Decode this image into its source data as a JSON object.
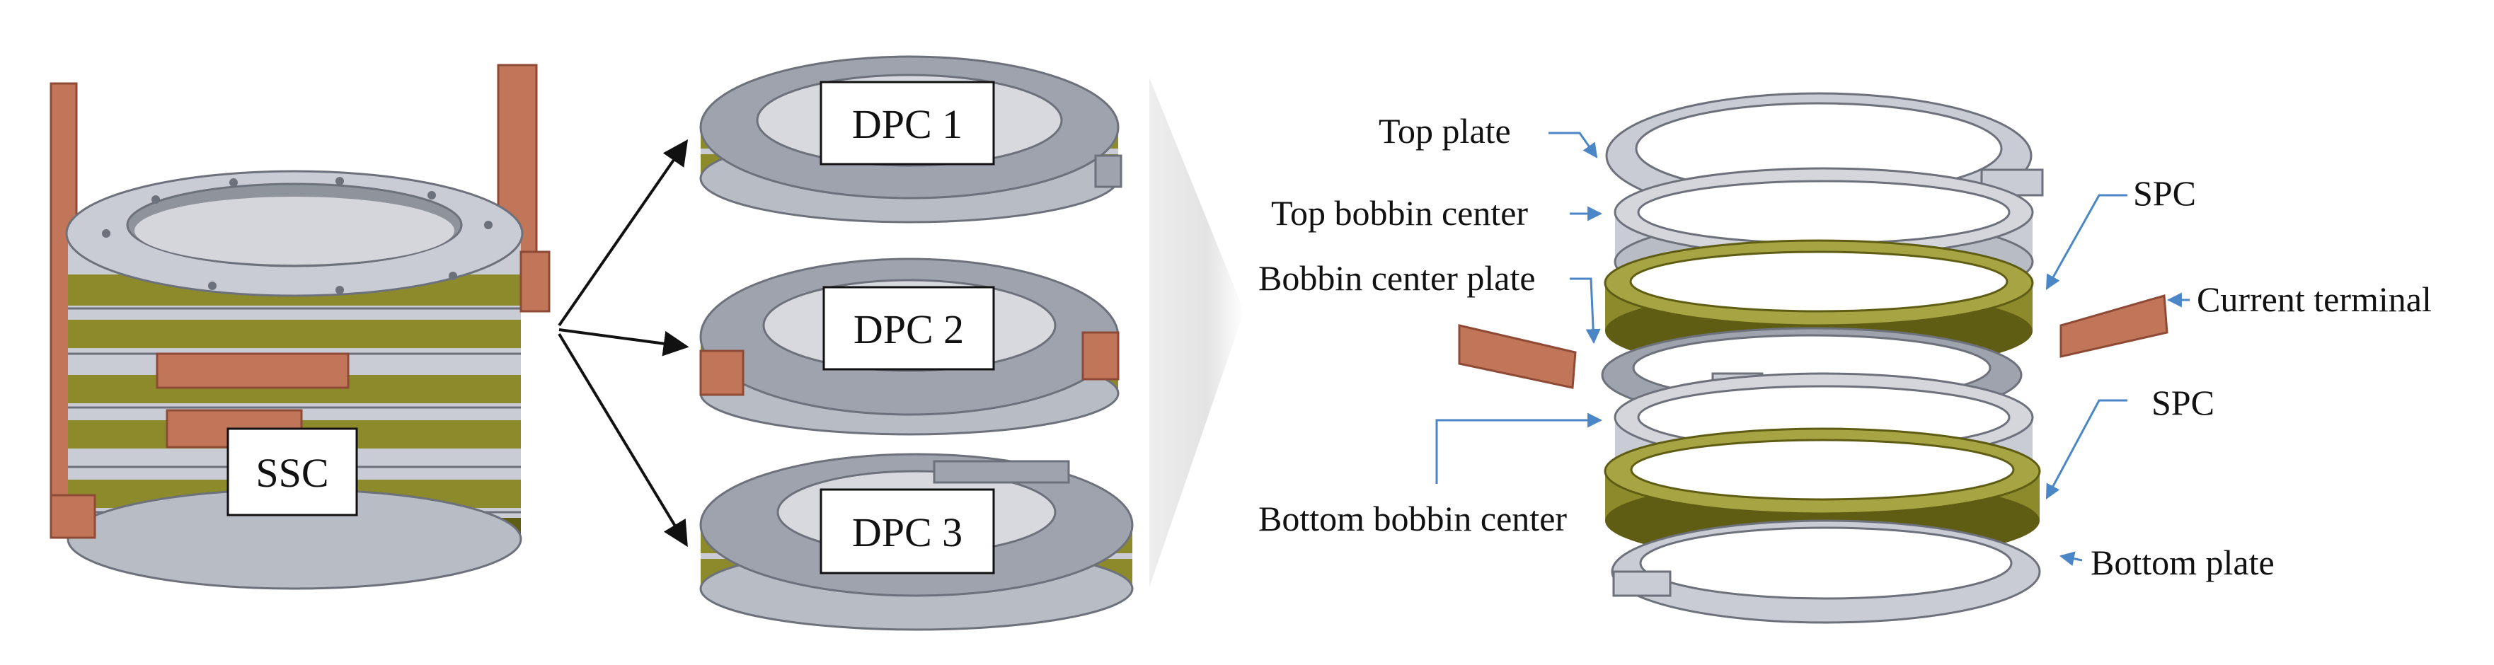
{
  "figure": {
    "panel_left": {
      "label": "SSC"
    },
    "panel_middle": {
      "labels": [
        "DPC 1",
        "DPC 2",
        "DPC 3"
      ]
    },
    "panel_right": {
      "top_plate": "Top plate",
      "top_bobbin_center": "Top bobbin center",
      "bobbin_center_plate": "Bobbin center plate",
      "bottom_bobbin_center": "Bottom bobbin center",
      "spc_upper": "SPC",
      "spc_lower": "SPC",
      "current_terminal": "Current terminal",
      "bottom_plate": "Bottom plate"
    }
  },
  "colors": {
    "steel_light": "#c9ccd4",
    "steel_mid": "#9fa3ad",
    "steel_dark": "#6d717c",
    "copper": "#c1765a",
    "copper_dark": "#8e4a35",
    "winding": "#8c8a2a",
    "winding_dark": "#5f5d14",
    "leader_blue": "#4b86c6"
  }
}
